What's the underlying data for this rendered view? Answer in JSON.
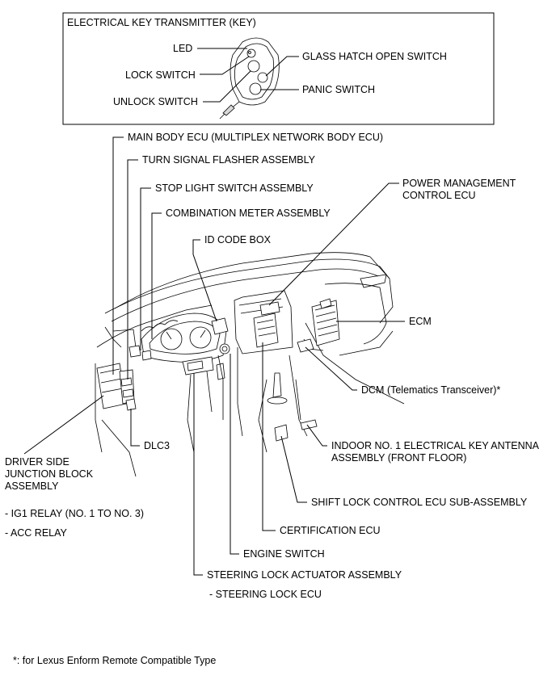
{
  "key_box": {
    "title": "ELECTRICAL KEY TRANSMITTER (KEY)",
    "led": "LED",
    "lock_switch": "LOCK SWITCH",
    "unlock_switch": "UNLOCK SWITCH",
    "glass_hatch": "GLASS HATCH OPEN SWITCH",
    "panic_switch": "PANIC SWITCH"
  },
  "labels": {
    "main_body_ecu": "MAIN BODY ECU (MULTIPLEX NETWORK BODY ECU)",
    "turn_signal": "TURN SIGNAL FLASHER ASSEMBLY",
    "stop_light": "STOP LIGHT SWITCH ASSEMBLY",
    "combination_meter": "COMBINATION METER ASSEMBLY",
    "id_code_box": "ID CODE BOX",
    "power_mgmt_1": "POWER MANAGEMENT",
    "power_mgmt_2": "CONTROL ECU",
    "ecm": "ECM",
    "dcm": "DCM (Telematics Transceiver)*",
    "indoor_antenna_1": "INDOOR NO. 1 ELECTRICAL KEY ANTENNA",
    "indoor_antenna_2": "ASSEMBLY (FRONT FLOOR)",
    "shift_lock": "SHIFT LOCK CONTROL ECU SUB-ASSEMBLY",
    "certification_ecu": "CERTIFICATION  ECU",
    "engine_switch": "ENGINE SWITCH",
    "steering_lock_actuator": "STEERING LOCK ACTUATOR ASSEMBLY",
    "steering_lock_ecu": "- STEERING LOCK ECU",
    "dlc3": "DLC3",
    "driver_jb_1": "DRIVER SIDE",
    "driver_jb_2": "JUNCTION BLOCK",
    "driver_jb_3": "ASSEMBLY",
    "ig1_relay": "- IG1 RELAY (NO. 1 TO NO. 3)",
    "acc_relay": "- ACC RELAY"
  },
  "footnote": "*: for Lexus Enform Remote Compatible Type"
}
